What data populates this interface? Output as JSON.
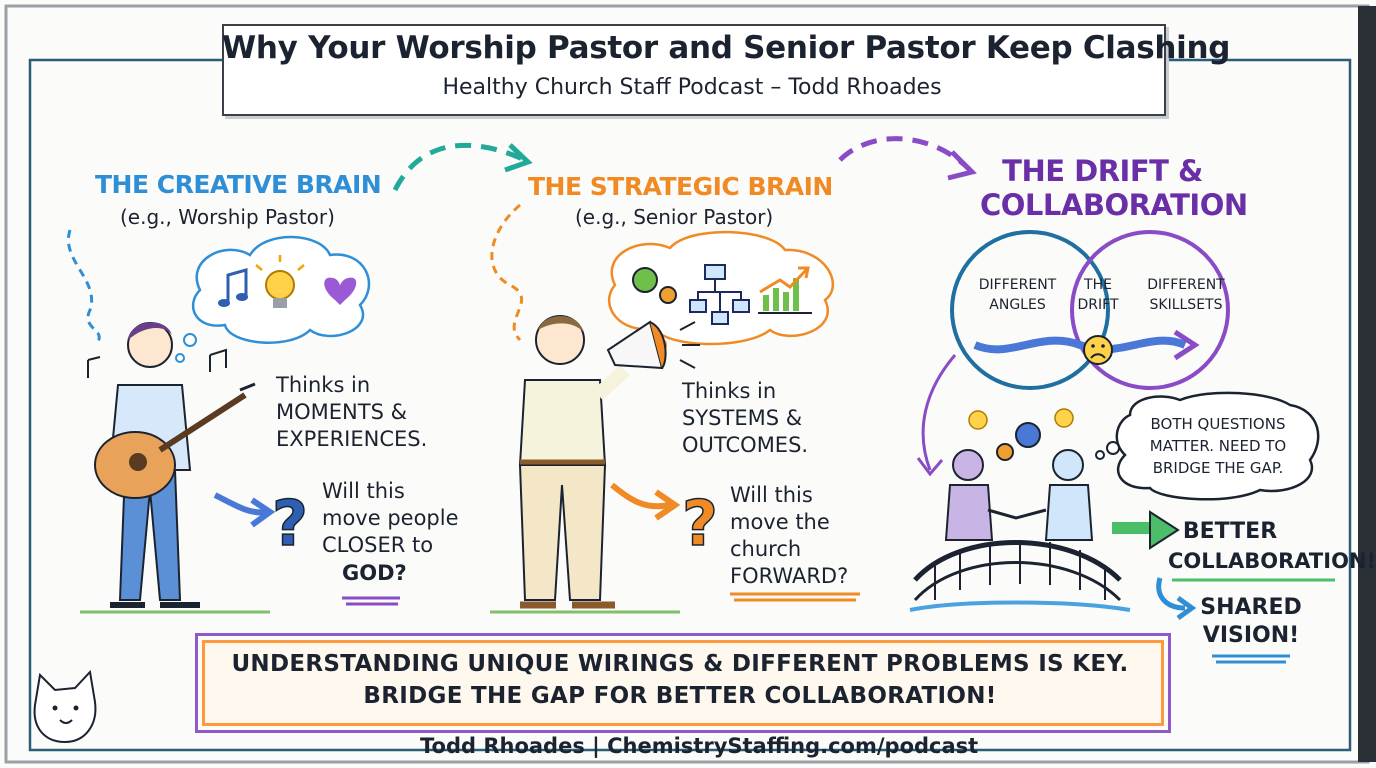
{
  "header": {
    "title": "Why Your Worship Pastor and Senior Pastor Keep Clashing",
    "subtitle": "Healthy Church Staff Podcast – Todd Rhoades"
  },
  "creative": {
    "heading": "THE CREATIVE BRAIN",
    "example": "(e.g., Worship Pastor)",
    "thinks_1": "Thinks in",
    "thinks_2": "MOMENTS &",
    "thinks_3": "EXPERIENCES.",
    "question_1": "Will this",
    "question_2": "move people",
    "question_3": "CLOSER to",
    "question_4": "GOD?"
  },
  "strategic": {
    "heading": "THE STRATEGIC BRAIN",
    "example": "(e.g., Senior Pastor)",
    "thinks_1": "Thinks in",
    "thinks_2": "SYSTEMS &",
    "thinks_3": "OUTCOMES.",
    "question_1": "Will this",
    "question_2": "move the",
    "question_3": "church",
    "question_4": "FORWARD?"
  },
  "drift": {
    "heading_1": "THE DRIFT &",
    "heading_2": "COLLABORATION",
    "venn_left_1": "DIFFERENT",
    "venn_left_2": "ANGLES",
    "venn_mid_1": "THE",
    "venn_mid_2": "DRIFT",
    "venn_right_1": "DIFFERENT",
    "venn_right_2": "SKILLSETS",
    "bubble_1": "BOTH QUESTIONS",
    "bubble_2": "MATTER. NEED TO",
    "bubble_3": "BRIDGE THE GAP.",
    "outcome_1a": "BETTER",
    "outcome_1b": "COLLABORATION!",
    "outcome_2a": "SHARED",
    "outcome_2b": "VISION!"
  },
  "banner": {
    "line_1": "UNDERSTANDING UNIQUE WIRINGS & DIFFERENT PROBLEMS IS KEY.",
    "line_2": "BRIDGE THE GAP FOR BETTER COLLABORATION!"
  },
  "footer": "Todd Rhoades | ChemistryStaffing.com/podcast",
  "icons": [
    "music-note-icon",
    "lightbulb-icon",
    "heart-icon",
    "gears-icon",
    "flowchart-icon",
    "growth-chart-icon",
    "megaphone-icon",
    "question-mark-icon",
    "sad-face-icon",
    "handshake-icon",
    "bridge-icon",
    "cat-doodle-icon"
  ],
  "colors": {
    "creative_accent": "#2f8fd6",
    "strategic_accent": "#f08a24",
    "drift_accent": "#8a4cc6",
    "teal_accent": "#22a99a",
    "ink": "#1c2330"
  }
}
